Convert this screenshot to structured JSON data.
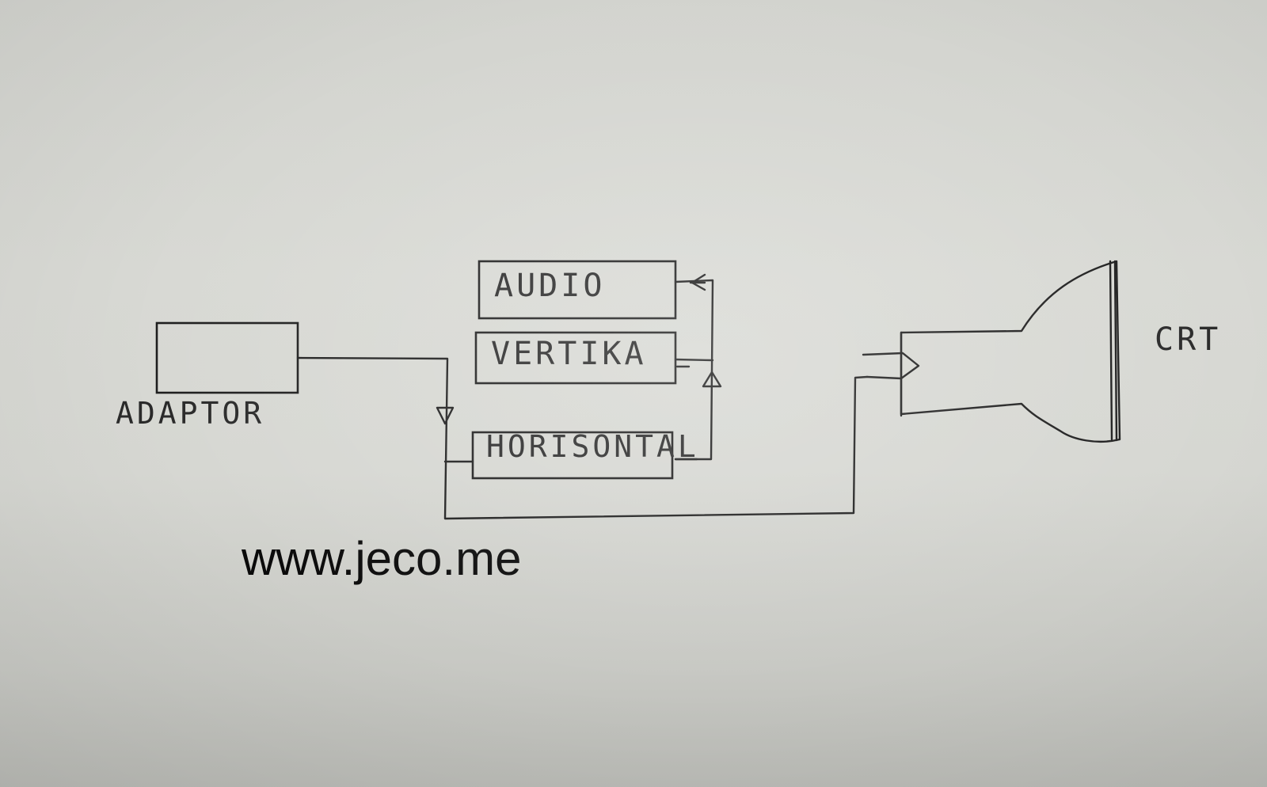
{
  "blocks": {
    "adaptor": "ADAPTOR",
    "audio": "AUDIO",
    "vertika": "VERTIKA",
    "horisontal": "HORISONTAL",
    "crt": "CRT"
  },
  "watermark": "www.jeco.me",
  "colors": {
    "ink": "#1e1e1e",
    "paper": "#d6d7d2"
  }
}
